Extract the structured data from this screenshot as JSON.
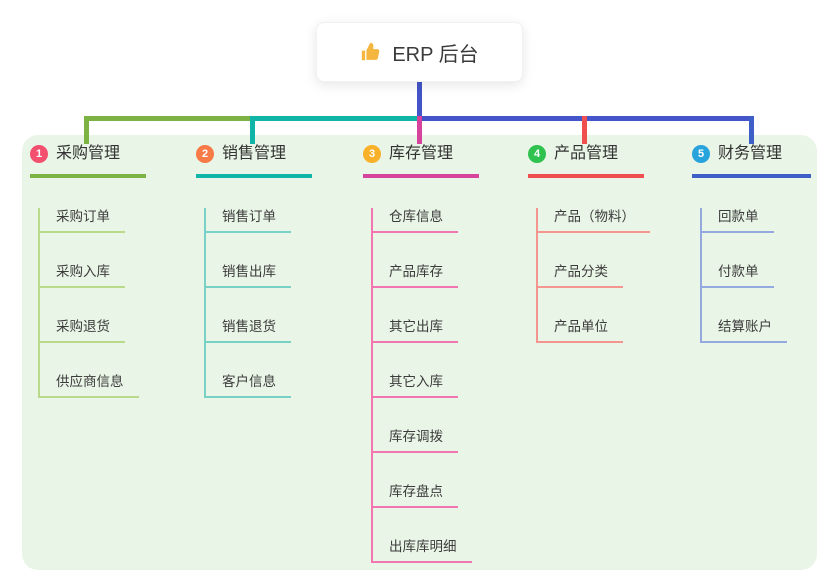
{
  "root": {
    "label": "ERP 后台",
    "icon": "thumbs-up-icon",
    "icon_color": "#f5b63f",
    "connector_color": "#4355c8"
  },
  "panel": {
    "background": "#e9f5e6"
  },
  "branches": [
    {
      "num": "1",
      "label": "采购管理",
      "line_color": "#7cb342",
      "child_line_color": "#b9d98b",
      "badge_color": "#f2506e",
      "children": [
        "采购订单",
        "采购入库",
        "采购退货",
        "供应商信息"
      ]
    },
    {
      "num": "2",
      "label": "销售管理",
      "line_color": "#10b5a8",
      "child_line_color": "#79d0c5",
      "badge_color": "#f87a46",
      "children": [
        "销售订单",
        "销售出库",
        "销售退货",
        "客户信息"
      ]
    },
    {
      "num": "3",
      "label": "库存管理",
      "line_color": "#d6439c",
      "child_line_color": "#f276b0",
      "badge_color": "#f8b128",
      "children": [
        "仓库信息",
        "产品库存",
        "其它出库",
        "其它入库",
        "库存调拨",
        "库存盘点",
        "出库库明细"
      ]
    },
    {
      "num": "4",
      "label": "产品管理",
      "line_color": "#f04f4f",
      "child_line_color": "#f59590",
      "badge_color": "#2fc24f",
      "children": [
        "产品（物料）",
        "产品分类",
        "产品单位"
      ]
    },
    {
      "num": "5",
      "label": "财务管理",
      "line_color": "#3f5fc8",
      "child_line_color": "#93a9df",
      "badge_color": "#29a3dc",
      "children": [
        "回款单",
        "付款单",
        "结算账户"
      ]
    }
  ]
}
